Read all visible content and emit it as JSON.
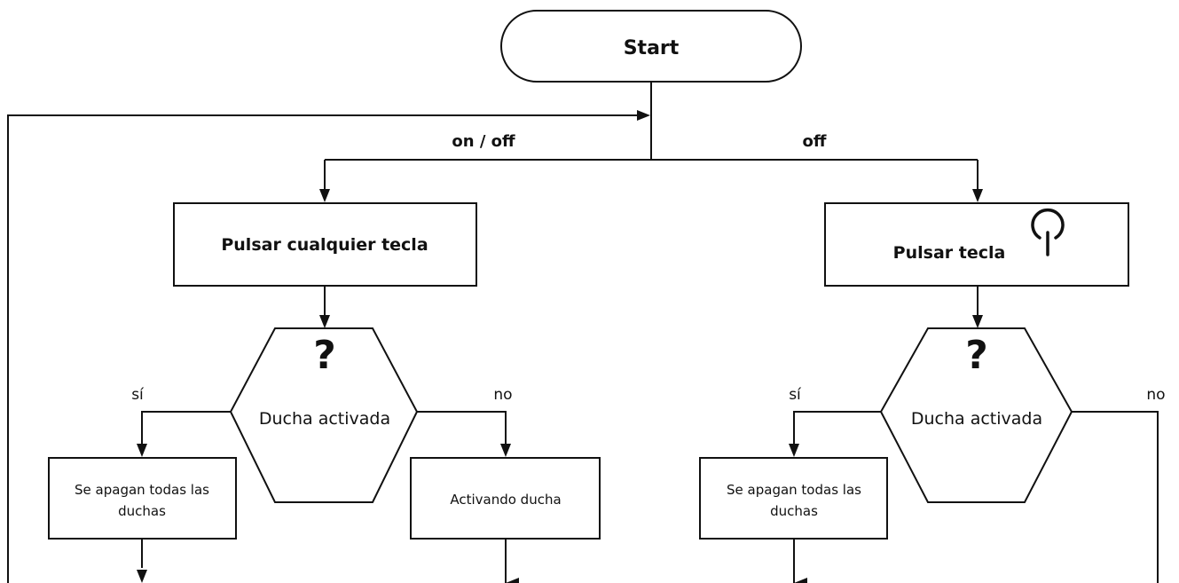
{
  "nodes": {
    "start": "Start",
    "left_action": "Pulsar cualquier tecla",
    "right_action": "Pulsar tecla",
    "question_mark": "?",
    "left_decision": "Ducha activada",
    "right_decision": "Ducha activada",
    "left_yes_line1": "Se apagan todas las",
    "left_yes_line2": "duchas",
    "left_no": "Activando ducha",
    "right_yes_line1": "Se apagan todas las",
    "right_yes_line2": "duchas"
  },
  "edges": {
    "left_branch": "on / off",
    "right_branch": "off",
    "yes": "sí",
    "no": "no"
  },
  "icons": {
    "power": "power-icon"
  }
}
